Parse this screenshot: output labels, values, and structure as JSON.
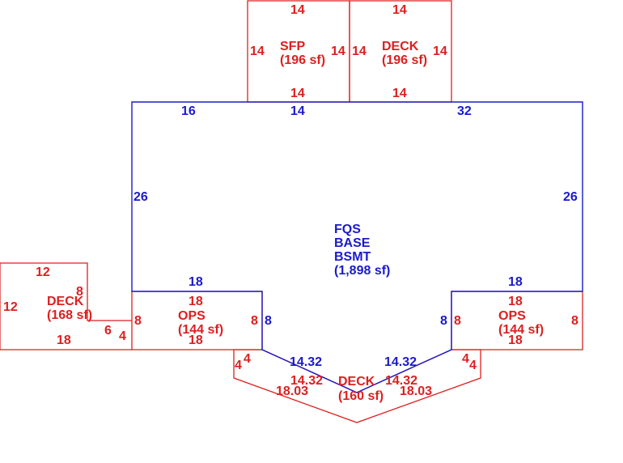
{
  "colors": {
    "main": "#1a1acc",
    "addon": "#dd1f1f",
    "background": "#ffffff"
  },
  "main_area": {
    "name_lines": [
      "FQS",
      "BASE",
      "BSMT"
    ],
    "area": "(1,898 sf)",
    "dims": {
      "top_left": "16",
      "top_mid": "14",
      "top_right": "32",
      "left": "26",
      "right": "26",
      "notch_left_top": "18",
      "notch_left_side": "8",
      "notch_right_top": "18",
      "notch_right_side": "8",
      "diag_left": "14.32",
      "diag_right": "14.32"
    }
  },
  "sfp": {
    "name": "SFP",
    "area": "(196 sf)",
    "dims": {
      "top": "14",
      "left": "14",
      "right": "14",
      "bottom": "14"
    }
  },
  "deck_top": {
    "name": "DECK",
    "area": "(196 sf)",
    "dims": {
      "top": "14",
      "left": "14",
      "right": "14",
      "bottom": "14"
    }
  },
  "deck_left": {
    "name": "DECK",
    "area": "(168 sf)",
    "dims": {
      "top": "12",
      "left": "12",
      "inner_side": "8",
      "step_width": "6",
      "step_height": "4",
      "bottom": "18"
    }
  },
  "ops_left": {
    "name": "OPS",
    "area": "(144 sf)",
    "dims": {
      "top": "18",
      "left": "8",
      "right": "8",
      "bottom": "18"
    }
  },
  "ops_right": {
    "name": "OPS",
    "area": "(144 sf)",
    "dims": {
      "top": "18",
      "left": "8",
      "right": "8",
      "bottom": "18"
    }
  },
  "deck_bottom": {
    "name": "DECK",
    "area": "(160 sf)",
    "dims": {
      "left_outer": "4",
      "left_inner": "4",
      "right_inner": "4",
      "right_outer": "4",
      "inner_diag_left": "14.32",
      "inner_diag_right": "14.32",
      "outer_diag_left": "18.03",
      "outer_diag_right": "18.03"
    }
  }
}
